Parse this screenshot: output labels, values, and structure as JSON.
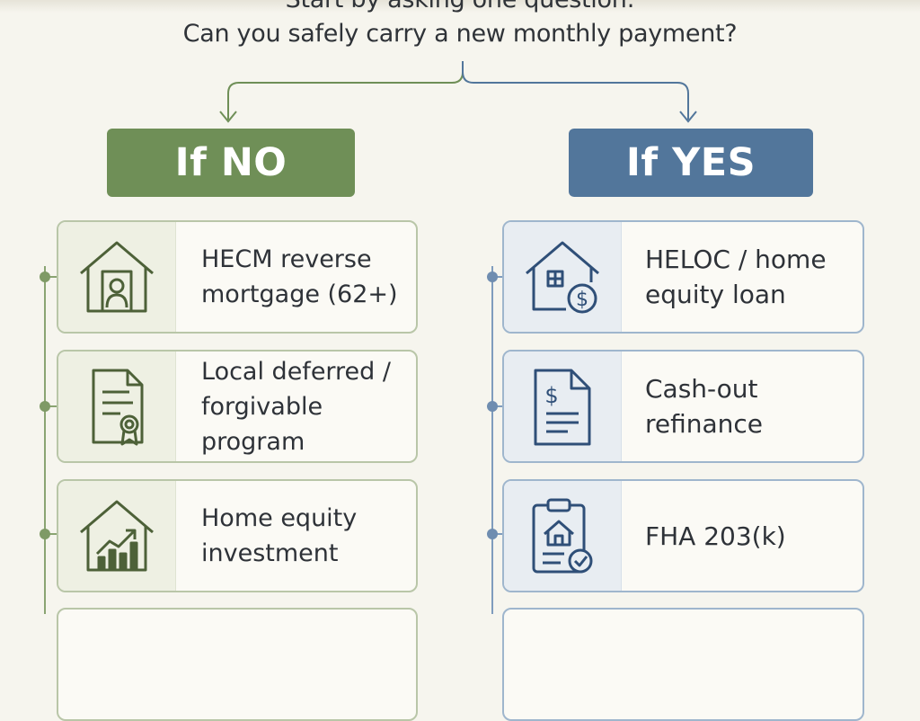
{
  "header": {
    "line1": "Start by asking one question:",
    "line2": "Can you safely carry a new monthly payment?"
  },
  "branches": {
    "no": {
      "label": "If NO",
      "color": "#6f8f57"
    },
    "yes": {
      "label": "If YES",
      "color": "#52769b"
    }
  },
  "no_options": [
    {
      "label": "HECM reverse\nmortgage (62+)",
      "icon": "house-person-icon"
    },
    {
      "label": "Local deferred /\nforgivable program",
      "icon": "certificate-document-icon"
    },
    {
      "label": "Home equity\ninvestment",
      "icon": "house-growth-chart-icon"
    }
  ],
  "yes_options": [
    {
      "label": "HELOC / home\nequity loan",
      "icon": "house-dollar-icon"
    },
    {
      "label": "Cash-out\nrefinance",
      "icon": "dollar-document-icon"
    },
    {
      "label": "FHA 203(k)",
      "icon": "clipboard-house-check-icon"
    }
  ],
  "colors": {
    "green_line": "#6f8f57",
    "blue_line": "#52769b",
    "green_icon": "#4d6138",
    "blue_icon": "#2f4f78",
    "background": "#f6f5ee"
  }
}
